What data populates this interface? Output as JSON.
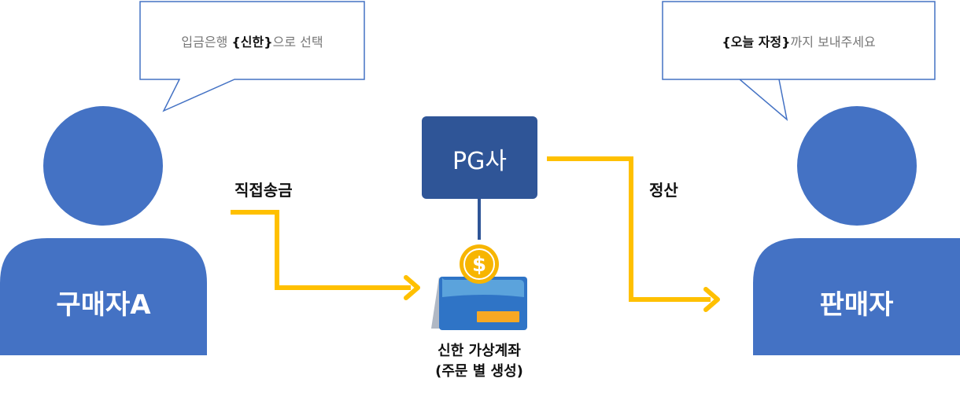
{
  "buyer": {
    "label": "구매자A",
    "callout": {
      "pre": "입금은행 ",
      "bold": "{신한}",
      "post": "으로 선택"
    }
  },
  "seller": {
    "label": "판매자",
    "callout": {
      "pre": "",
      "bold": "{오늘 자정}",
      "post": "까지 보내주세요"
    }
  },
  "pg": {
    "label": "PG사"
  },
  "account": {
    "line1": "신한 가상계좌",
    "line2": "(주문 별 생성)",
    "coin_symbol": "$"
  },
  "flows": {
    "transfer": "직접송금",
    "settlement": "정산"
  },
  "colors": {
    "person": "#4472C4",
    "pg_box": "#2F5597",
    "arrow": "#FFC000",
    "connector": "#2F5597",
    "coin": "#F7B500",
    "account_body": "#2F74C6",
    "account_top": "#5BA3DC",
    "account_slot": "#F7A823"
  }
}
